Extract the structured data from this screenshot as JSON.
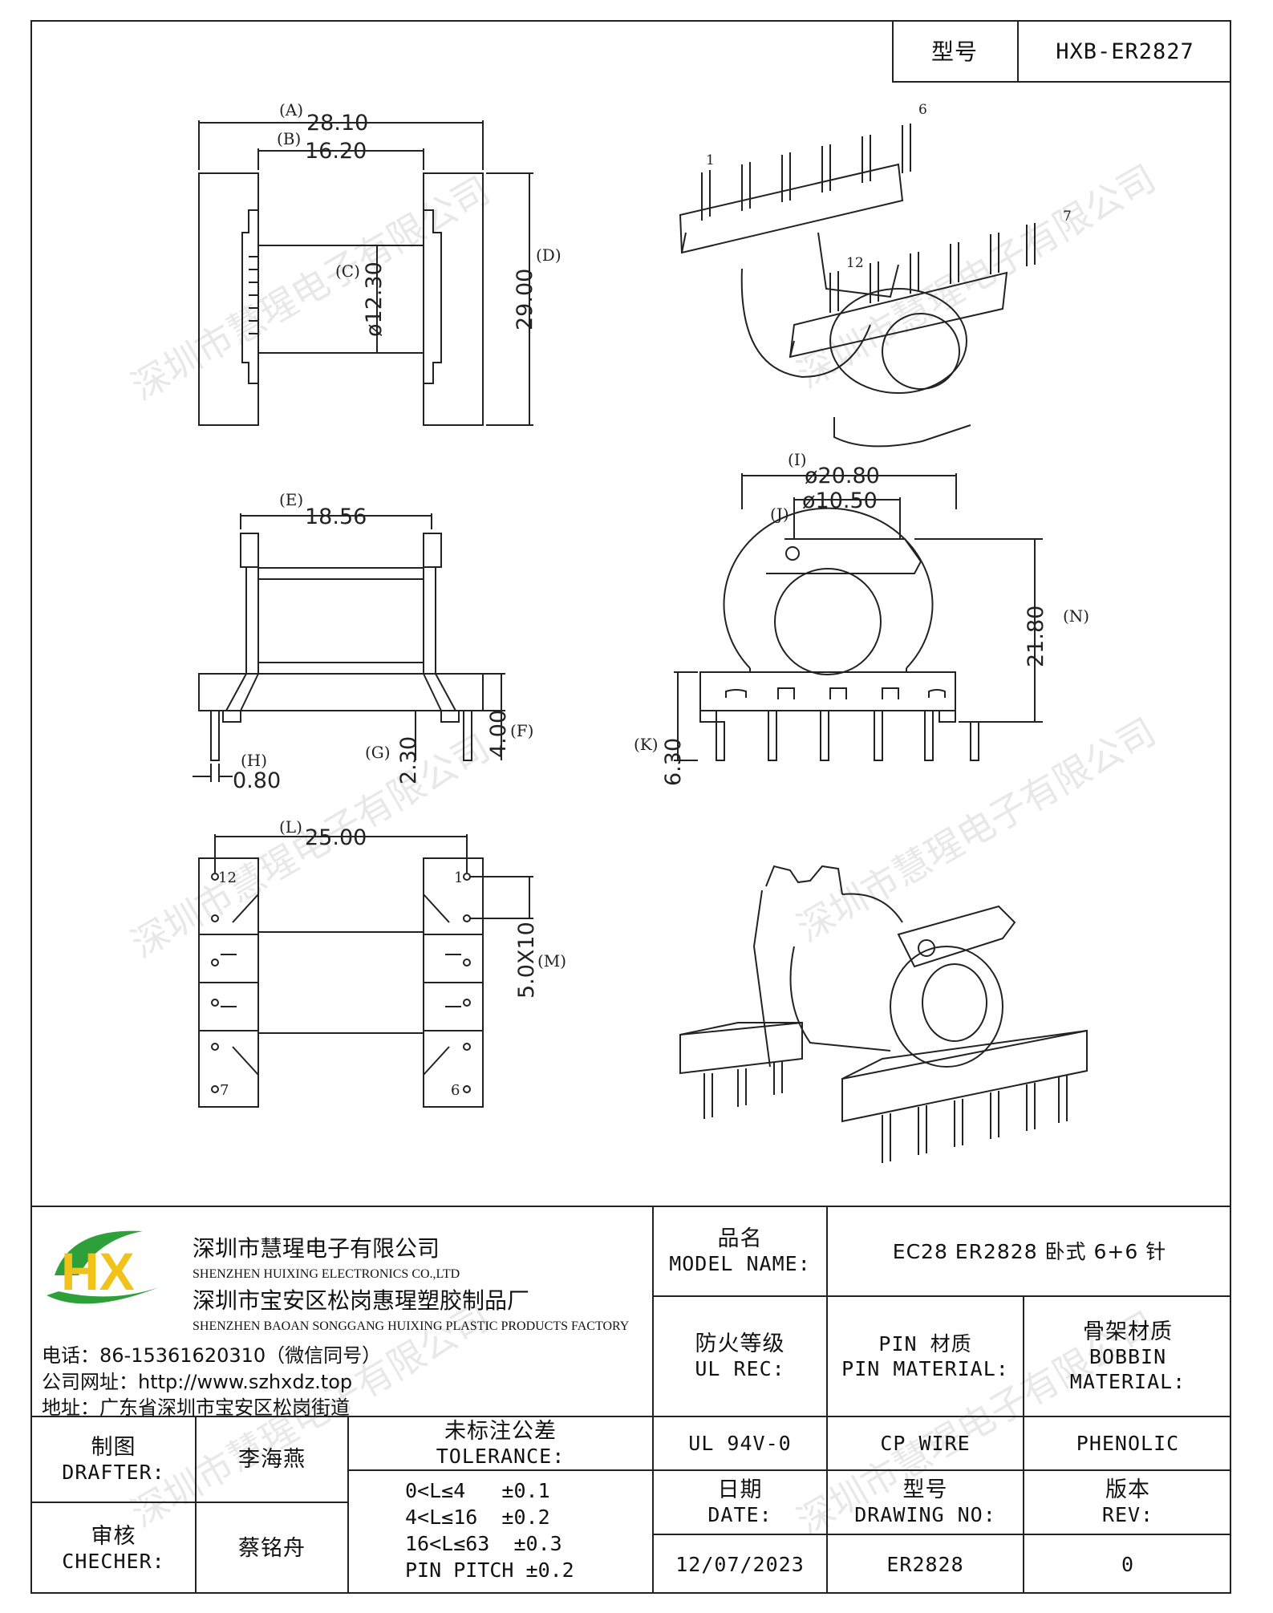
{
  "header": {
    "model_label": "型号",
    "model_value": "HXB-ER2827"
  },
  "drawing": {
    "dims": {
      "a": {
        "label": "(A)",
        "value": "28.10"
      },
      "b": {
        "label": "(B)",
        "value": "16.20"
      },
      "c": {
        "label": "(C)",
        "value": "ø12.30"
      },
      "d": {
        "label": "(D)",
        "value": "29.00"
      },
      "e": {
        "label": "(E)",
        "value": "18.56"
      },
      "f": {
        "label": "(F)",
        "value": "4.00"
      },
      "g": {
        "label": "(G)",
        "value": "2.30"
      },
      "h": {
        "label": "(H)",
        "value": "0.80"
      },
      "i": {
        "label": "(I)",
        "value": "ø20.80"
      },
      "j": {
        "label": "(J)",
        "value": "ø10.50"
      },
      "k": {
        "label": "(K)",
        "value": "6.30"
      },
      "n": {
        "label": "(N)",
        "value": "21.80"
      },
      "l": {
        "label": "(L)",
        "value": "25.00"
      },
      "m": {
        "label": "(M)",
        "value": "5.0X10"
      }
    },
    "pins": {
      "p1": "1",
      "p6": "6",
      "p7": "7",
      "p12": "12"
    },
    "bottom_pins": {
      "p12": "12",
      "p1": "1",
      "p7": "7",
      "p6": "6"
    }
  },
  "watermark": "深圳市慧瑆电子有限公司",
  "company": {
    "name_cn": "深圳市慧瑆电子有限公司",
    "name_en": "SHENZHEN HUIXING ELECTRONICS CO.,LTD",
    "factory_cn": "深圳市宝安区松岗惠瑆塑胶制品厂",
    "factory_en": "SHENZHEN BAOAN SONGGANG HUIXING PLASTIC PRODUCTS FACTORY",
    "phone": "电话：86-15361620310（微信同号）",
    "website": "公司网址：http://www.szhxdz.top",
    "address": "地址：广东省深圳市宝安区松岗街道",
    "logo_text": "HX",
    "colors": {
      "green": "#2ea03a",
      "yellow": "#f0c21a"
    }
  },
  "title_block": {
    "model_name_cn": "品名",
    "model_name_en": "MODEL NAME:",
    "model_name_value": "EC28 ER2828 卧式 6+6 针",
    "ul_cn": "防火等级",
    "ul_en": "UL REC:",
    "pin_cn": "PIN 材质",
    "pin_en": "PIN MATERIAL:",
    "bobbin_cn": "骨架材质",
    "bobbin_en1": "BOBBIN",
    "bobbin_en2": "MATERIAL:",
    "ul_value": "UL 94V-0",
    "pin_value": "CP WIRE",
    "bobbin_value": "PHENOLIC",
    "drafter_cn": "制图",
    "drafter_en": "DRAFTER:",
    "drafter_name": "李海燕",
    "checker_cn": "审核",
    "checker_en": "CHECHER:",
    "checker_name": "蔡铭舟",
    "tolerance_cn": "未标注公差",
    "tolerance_en": "TOLERANCE:",
    "tolerance_lines": [
      "0<L≤4   ±0.1",
      "4<L≤16  ±0.2",
      "16<L≤63  ±0.3",
      "PIN PITCH ±0.2"
    ],
    "date_cn": "日期",
    "date_en": "DATE:",
    "date_value": "12/07/2023",
    "drawing_cn": "型号",
    "drawing_en": "DRAWING NO:",
    "drawing_value": "ER2828",
    "rev_cn": "版本",
    "rev_en": "REV:",
    "rev_value": "0"
  }
}
